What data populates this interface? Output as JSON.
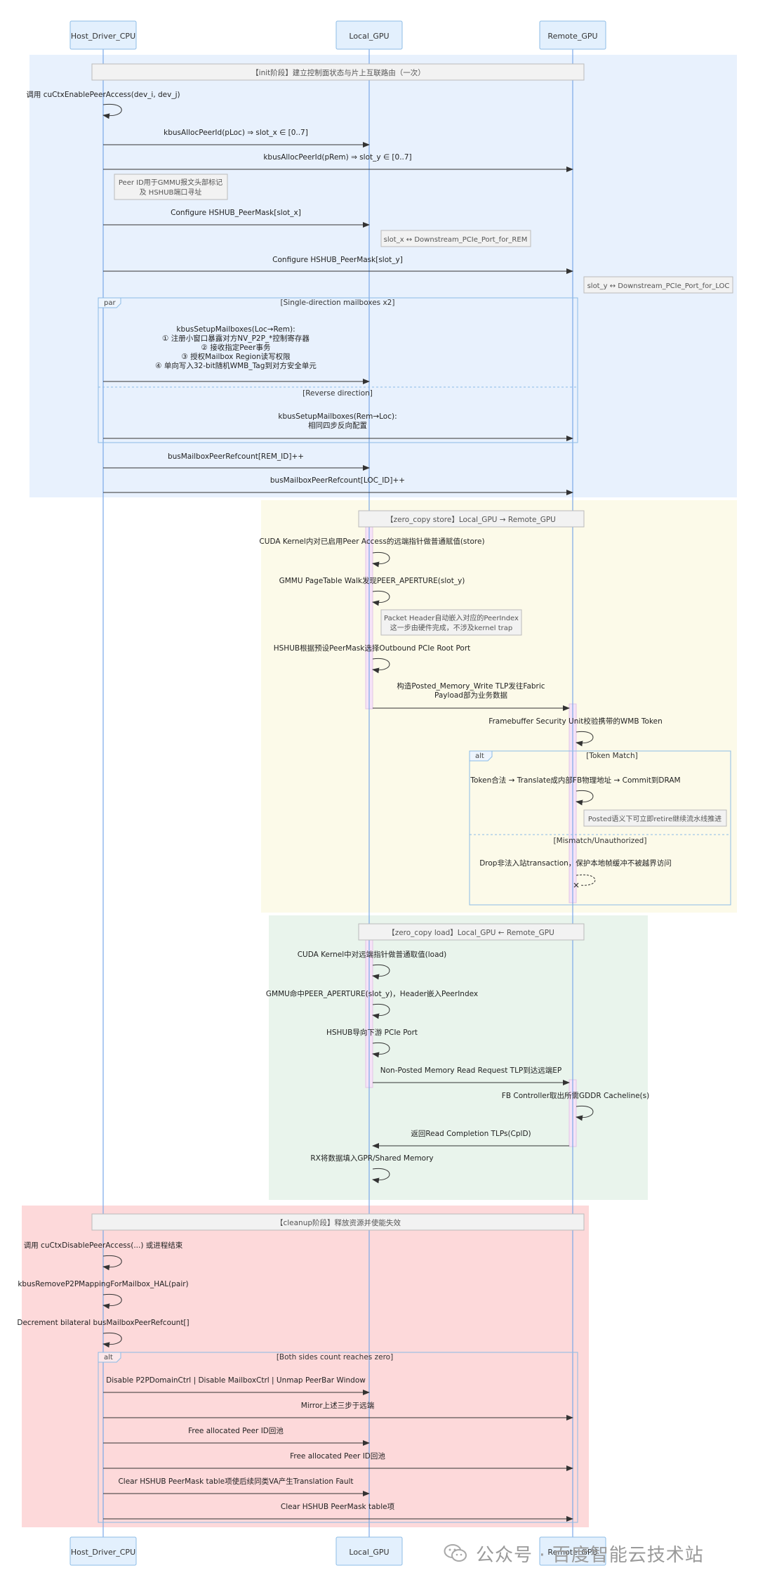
{
  "participants": [
    {
      "id": "cpu",
      "label": "Host_Driver_CPU"
    },
    {
      "id": "lgpu",
      "label": "Local_GPU"
    },
    {
      "id": "rgpu",
      "label": "Remote_GPU"
    }
  ],
  "phases": {
    "init": "【init阶段】建立控制面状态与片上互联路由（一次）",
    "store": "【zero_copy store】Local_GPU → Remote_GPU",
    "load": "【zero_copy load】Local_GPU ← Remote_GPU",
    "cleanup": "【cleanup阶段】释放资源并使能失效"
  },
  "messages": {
    "m01": "调用 cuCtxEnablePeerAccess(dev_i, dev_j)",
    "m02": "kbusAllocPeerId(pLoc) ⇒ slot_x ∈ [0..7]",
    "m03": "kbusAllocPeerId(pRem) ⇒ slot_y ∈ [0..7]",
    "m04": "Configure HSHUB_PeerMask[slot_x]",
    "m05": "Configure HSHUB_PeerMask[slot_y]",
    "m06_1": "kbusSetupMailboxes(Loc→Rem):",
    "m06_2": "① 注册小窗口暴露对方NV_P2P_*控制寄存器",
    "m06_3": "② 接收指定Peer事务",
    "m06_4": "③ 授权Mailbox Region读写权限",
    "m06_5": "④ 单向写入32-bit随机WMB_Tag到对方安全单元",
    "m07_1": "kbusSetupMailboxes(Rem→Loc):",
    "m07_2": "相同四步反向配置",
    "m08": "busMailboxPeerRefcount[REM_ID]++",
    "m09": "busMailboxPeerRefcount[LOC_ID]++",
    "s01": "CUDA Kernel内对已启用Peer Access的远端指针做普通赋值(store)",
    "s02": "GMMU PageTable Walk发现PEER_APERTURE(slot_y)",
    "s03": "HSHUB根据预设PeerMask选择Outbound PCIe Root Port",
    "s04_1": "构造Posted_Memory_Write TLP发往Fabric",
    "s04_2": "Payload部为业务数据",
    "s05": "Framebuffer Security Unit校验携带的WMB Token",
    "s06": "Token合法 → Translate成内部FB物理地址 → Commit到DRAM",
    "s07": "Drop非法入站transaction，保护本地帧缓冲不被越界访问",
    "l01": "CUDA Kernel中对远端指针做普通取值(load)",
    "l02": "GMMU命中PEER_APERTURE(slot_y)，Header嵌入PeerIndex",
    "l03": "HSHUB导向下游 PCIe Port",
    "l04": "Non-Posted Memory Read Request TLP到达远端EP",
    "l05": "FB Controller取出所需GDDR Cacheline(s)",
    "l06": "返回Read Completion TLPs(CplD)",
    "l07": "RX将数据填入GPR/Shared Memory",
    "c01": "调用 cuCtxDisablePeerAccess(...) 或进程结束",
    "c02": "kbusRemoveP2PMappingForMailbox_HAL(pair)",
    "c03": "Decrement bilateral busMailboxPeerRefcount[]",
    "c04": "Disable P2PDomainCtrl | Disable MailboxCtrl | Unmap PeerBar Window",
    "c05": "Mirror上述三步于远端",
    "c06": "Free allocated Peer ID回池",
    "c07": "Free allocated Peer ID回池",
    "c08": "Clear HSHUB PeerMask table项使后续同类VA产生Translation Fault",
    "c09": "Clear HSHUB PeerMask table项"
  },
  "notes": {
    "n1_1": "Peer ID用于GMMU报文头部标记",
    "n1_2": "及 HSHUB端口寻址",
    "n2": "slot_x ↔ Downstream_PCIe_Port_for_REM",
    "n3": "slot_y ↔ Downstream_PCIe_Port_for_LOC",
    "n4_1": "Packet Header自动嵌入对应的PeerIndex",
    "n4_2": "这一步由硬件完成，不涉及kernel trap",
    "n5": "Posted语义下可立即retire继续流水线推进"
  },
  "fragments": {
    "par_kw": "par",
    "par_label": "[Single-direction mailboxes x2]",
    "par_else": "[Reverse direction]",
    "alt1_kw": "alt",
    "alt1_label": "[Token Match]",
    "alt1_else": "[Mismatch/Unauthorized]",
    "alt2_kw": "alt",
    "alt2_label": "[Both sides count reaches zero]"
  },
  "watermark": "公众号 · 百度智能云技术站",
  "colors": {
    "init_bg": "#e8f1fd",
    "store_bg": "#fcfae9",
    "load_bg": "#e9f4ec",
    "cleanup_bg": "#fdd9da",
    "lifeline": "#7aa8e8",
    "participant_bg": "#e3f0fd",
    "participant_border": "#8cbce6",
    "activation": "#f6e3f7"
  }
}
